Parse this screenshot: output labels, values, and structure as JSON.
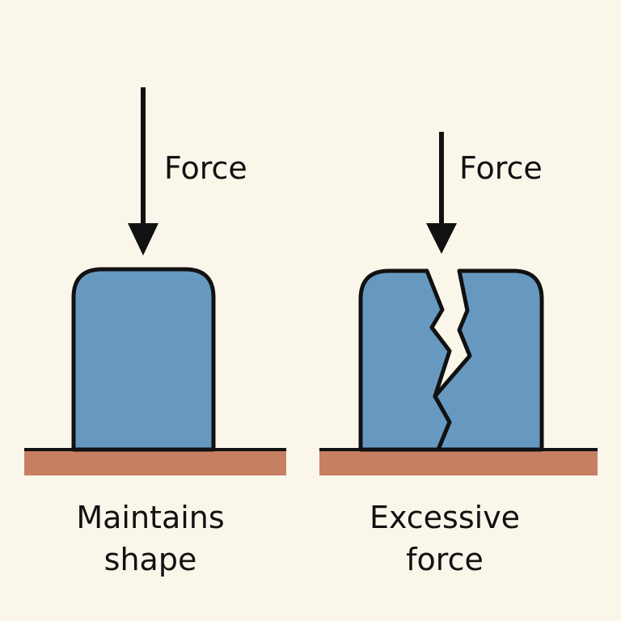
{
  "colors": {
    "background": "#fbf6ea",
    "block_fill": "#6799c0",
    "ground_fill": "#c77f63",
    "outline": "#111111"
  },
  "left_panel": {
    "force_label": "Force",
    "caption_line1": "Maintains",
    "caption_line2": "shape"
  },
  "right_panel": {
    "force_label": "Force",
    "caption_line1": "Excessive",
    "caption_line2": "force"
  }
}
